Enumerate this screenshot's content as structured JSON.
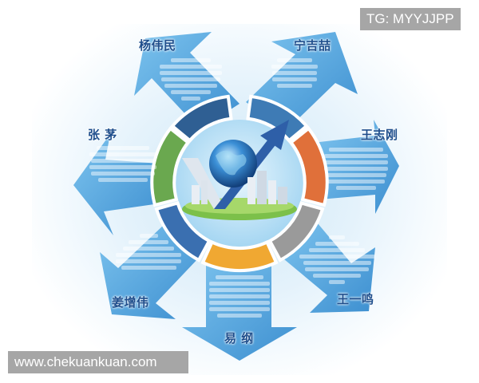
{
  "watermarks": {
    "top_right": "TG: MYYJJPP",
    "bottom_left": "www.chekuankuan.com"
  },
  "diagram": {
    "type": "circular-radial-arrows",
    "center_graphic": "globe-with-rising-arrow-and-city",
    "ring_segments": [
      {
        "position": "upper-right",
        "color": "#3e7bb5"
      },
      {
        "position": "right",
        "color": "#e0703a"
      },
      {
        "position": "lower-right",
        "color": "#9a9a9a"
      },
      {
        "position": "bottom",
        "color": "#f0a832"
      },
      {
        "position": "lower-left",
        "color": "#3a6fb0"
      },
      {
        "position": "left",
        "color": "#6aa84f"
      },
      {
        "position": "upper-left",
        "color": "#2f5f93"
      }
    ],
    "colors": {
      "arrow_fill": "#4a9fd9",
      "arrow_fill_light": "#7cc3ee",
      "name_text": "#1f4e8c",
      "ring_gap": "#ffffff"
    },
    "people": [
      {
        "id": "upper-left",
        "name": "杨伟民"
      },
      {
        "id": "upper-right",
        "name": "宁吉喆"
      },
      {
        "id": "right",
        "name": "王志刚"
      },
      {
        "id": "lower-right",
        "name": "王一鸣"
      },
      {
        "id": "bottom",
        "name": "易 纲"
      },
      {
        "id": "lower-left",
        "name": "姜增伟"
      },
      {
        "id": "left",
        "name": "张 茅"
      }
    ]
  }
}
